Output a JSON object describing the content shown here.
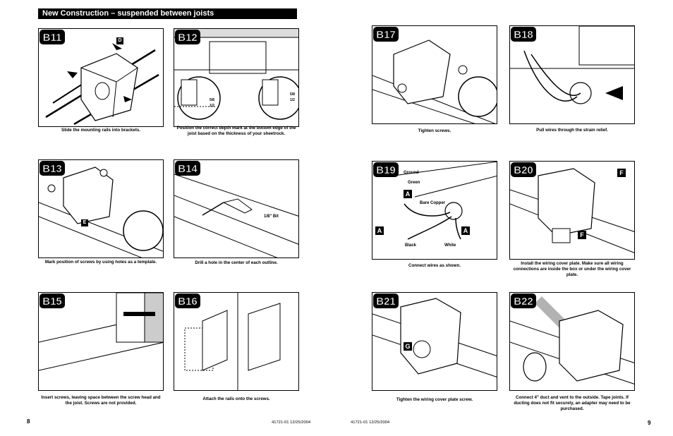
{
  "header": {
    "title": "New Construction – suspended between joists"
  },
  "steps": [
    {
      "id": "B11",
      "caption": "Slide the mounting rails into brackets.",
      "callouts": [
        "D"
      ]
    },
    {
      "id": "B12",
      "caption": "Position the correct depth mark at the bottom edge of the joist based on the thickness of your sheetrock.",
      "labels": [
        "5/8",
        "1/2",
        "5/8",
        "1/2"
      ]
    },
    {
      "id": "B13",
      "caption": "Mark position of screws by using holes as a template.",
      "callouts": [
        "E"
      ]
    },
    {
      "id": "B14",
      "caption": "Drill a hole in the center of each outline.",
      "labels": [
        "1/8\" Bit"
      ]
    },
    {
      "id": "B15",
      "caption": "Insert screws, leaving space between the screw head and the joist. Screws are not provided."
    },
    {
      "id": "B16",
      "caption": "Attach the rails onto the screws."
    },
    {
      "id": "B17",
      "caption": "Tighten screws."
    },
    {
      "id": "B18",
      "caption": "Pull wires through the strain relief."
    },
    {
      "id": "B19",
      "caption": "Connect wires as shown.",
      "labels": [
        "Ground",
        "Green",
        "Bare Copper",
        "Black",
        "White"
      ],
      "callouts": [
        "A",
        "A",
        "A"
      ]
    },
    {
      "id": "B20",
      "caption": "Install the wiring cover plate. Make sure all wiring connections are inside the box or under the wiring cover plate.",
      "callouts": [
        "F",
        "F"
      ]
    },
    {
      "id": "B21",
      "caption": "Tighten the wiring cover plate screw.",
      "callouts": [
        "G"
      ]
    },
    {
      "id": "B22",
      "caption": "Connect 4\" duct and vent to the outside. Tape joints. If ducting does not fit securely, an adapter may need to be purchased."
    }
  ],
  "footer": {
    "left_page": "8",
    "left_code": "41721-01  12/25/2004",
    "right_code": "41721-01  12/25/2004",
    "right_page": "9"
  }
}
